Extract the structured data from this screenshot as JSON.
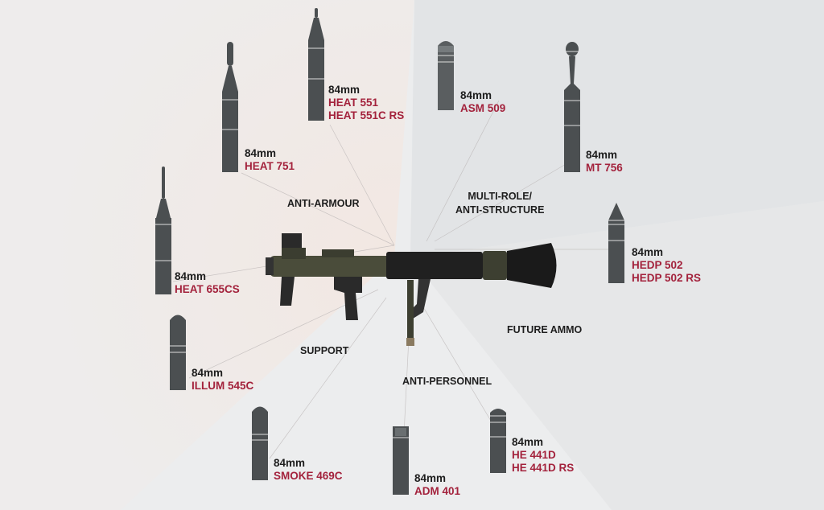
{
  "colors": {
    "accent": "#a3223c",
    "round": "#4b4f51",
    "weapon": "#4a4c3a"
  },
  "categories": {
    "anti_armour": "ANTI-ARMOUR",
    "multi_role": "MULTI-ROLE/",
    "anti_structure": "ANTI-STRUCTURE",
    "support": "SUPPORT",
    "anti_personnel": "ANTI-PERSONNEL",
    "future": "FUTURE AMMO"
  },
  "rounds": [
    {
      "caliber": "84mm",
      "names": [
        "HEAT 655CS"
      ]
    },
    {
      "caliber": "84mm",
      "names": [
        "HEAT 751"
      ]
    },
    {
      "caliber": "84mm",
      "names": [
        "HEAT 551",
        "HEAT 551C RS"
      ]
    },
    {
      "caliber": "84mm",
      "names": [
        "ASM 509"
      ]
    },
    {
      "caliber": "84mm",
      "names": [
        "MT 756"
      ]
    },
    {
      "caliber": "84mm",
      "names": [
        "HEDP 502",
        "HEDP 502 RS"
      ]
    },
    {
      "caliber": "84mm",
      "names": [
        "ILLUM 545C"
      ]
    },
    {
      "caliber": "84mm",
      "names": [
        "SMOKE 469C"
      ]
    },
    {
      "caliber": "84mm",
      "names": [
        "ADM 401"
      ]
    },
    {
      "caliber": "84mm",
      "names": [
        "HE 441D",
        "HE 441D RS"
      ]
    }
  ]
}
